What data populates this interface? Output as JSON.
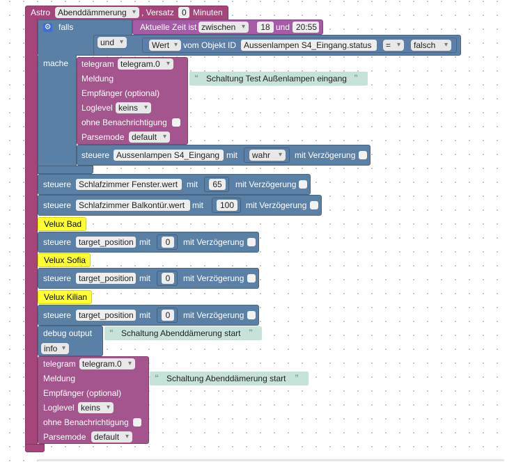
{
  "astro": {
    "label": "Astro",
    "event": "Abenddämmerung",
    "offset_label": ", Versatz",
    "offset": "0",
    "unit": "Minuten"
  },
  "if_block": {
    "falls": "falls",
    "und": "und",
    "mache": "mache",
    "time_label": "Aktuelle Zeit ist",
    "time_op": "zwischen",
    "from": "18",
    "und2": "und",
    "to": "20:55",
    "wert": "Wert",
    "object_label": "vom Objekt ID",
    "object_id": "Aussenlampen S4_Eingang.status",
    "compare_op": "=",
    "compare_val": "falsch"
  },
  "telegram1": {
    "telegram": "telegram",
    "instance": "telegram.0",
    "meldung": "Meldung",
    "message": "Schaltung Test Außenlampen eingang",
    "empfaenger": "Empfänger (optional)",
    "loglevel": "Loglevel",
    "loglevel_val": "keins",
    "ohne": "ohne Benachrichtigung",
    "parsemode": "Parsemode",
    "parsemode_val": "default"
  },
  "control_inner": {
    "steuere": "steuere",
    "target": "Aussenlampen S4_Eingang",
    "mit": "mit",
    "value": "wahr",
    "delay": "mit Verzögerung"
  },
  "controls": [
    {
      "steuere": "steuere",
      "target": "Schlafzimmer Fenster.wert",
      "mit": "mit",
      "value": "65",
      "delay": "mit Verzögerung"
    },
    {
      "steuere": "steuere",
      "target": "Schlafzimmer Balkontür.wert",
      "mit": "mit",
      "value": "100",
      "delay": "mit Verzögerung"
    },
    {
      "steuere": "steuere",
      "target": "target_position",
      "mit": "mit",
      "value": "0",
      "delay": "mit Verzögerung"
    },
    {
      "steuere": "steuere",
      "target": "target_position",
      "mit": "mit",
      "value": "0",
      "delay": "mit Verzögerung"
    },
    {
      "steuere": "steuere",
      "target": "target_position",
      "mit": "mit",
      "value": "0",
      "delay": "mit Verzögerung"
    }
  ],
  "comments": [
    "Velux Bad",
    "Velux Sofia",
    "Velux Kilian"
  ],
  "debug": {
    "label": "debug output",
    "message": "Schaltung Abenddämerung start",
    "level": "info"
  },
  "telegram2": {
    "telegram": "telegram",
    "instance": "telegram.0",
    "meldung": "Meldung",
    "message": "Schaltung Abenddämerung start",
    "empfaenger": "Empfänger (optional)",
    "loglevel": "Loglevel",
    "loglevel_val": "keins",
    "ohne": "ohne Benachrichtigung",
    "parsemode": "Parsemode",
    "parsemode_val": "default"
  },
  "colors": {
    "astro": "#a5457a",
    "logic": "#5b80a5",
    "time": "#a55ba5",
    "telegram": "#a5558d",
    "comment": "#ffff33",
    "text": "#c7e3d9"
  }
}
